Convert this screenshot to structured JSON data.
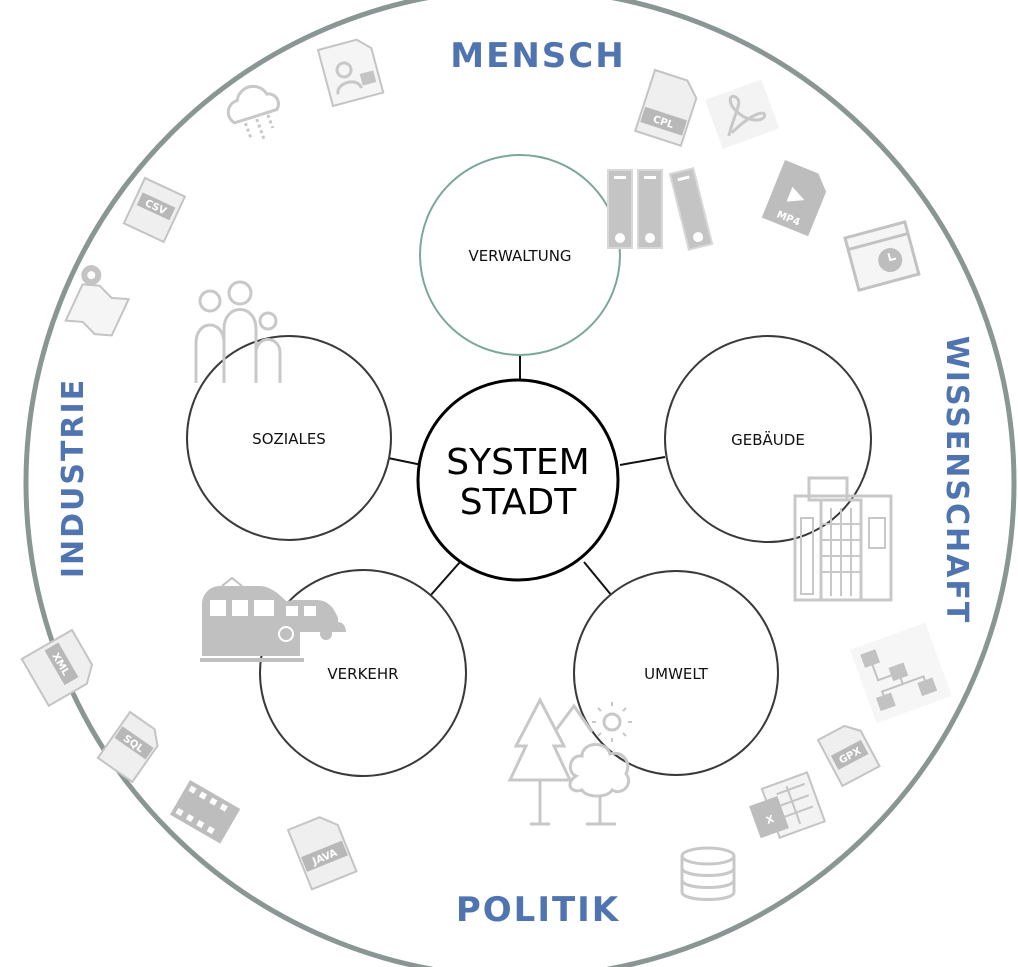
{
  "diagram": {
    "center": {
      "line1": "SYSTEM",
      "line2": "STADT"
    },
    "outer_labels": {
      "top": "MENSCH",
      "right": "WISSENSCHAFT",
      "bottom": "POLITIK",
      "left": "INDUSTRIE"
    },
    "topics": {
      "verwaltung": "VERWALTUNG",
      "gebaeude": "GEBÄUDE",
      "umwelt": "UMWELT",
      "verkehr": "VERKEHR",
      "soziales": "SOZIALES"
    },
    "file_icons": {
      "cpl": "CPL",
      "mp4": "MP4",
      "xml": "XML",
      "sql": "SQL",
      "java": "JAVA",
      "gpx": "GPX",
      "csv": "CSV",
      "xls": "X"
    },
    "colors": {
      "outer_label": "#4f74b0",
      "outer_ring": "#8a9693",
      "verwaltung_border": "#7aa898",
      "icon_gray": "#c0c0c0"
    }
  }
}
